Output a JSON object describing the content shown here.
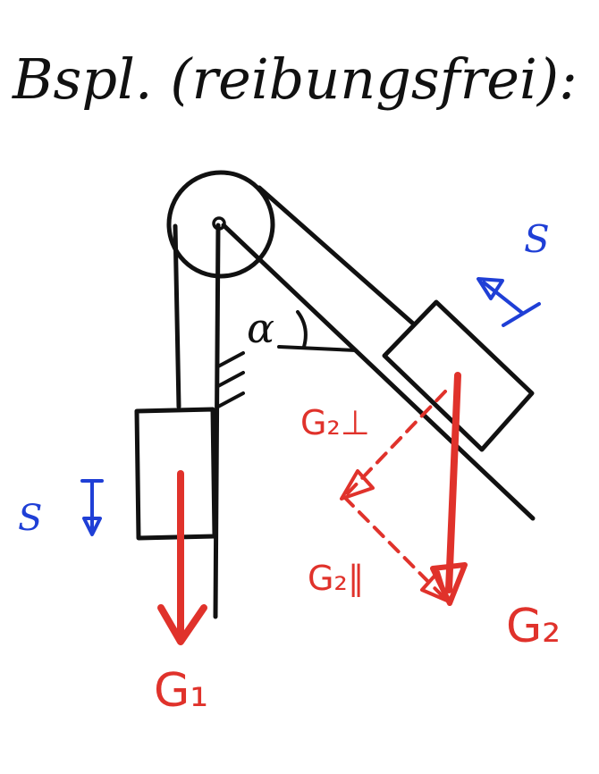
{
  "title": "Bspl. (reibungsfrei):",
  "labels": {
    "alpha": "α",
    "s_left": "S",
    "s_right": "S",
    "g1": "G₁",
    "g2": "G₂",
    "g2_perp": "G₂⊥",
    "g2_par": "G₂∥"
  },
  "colors": {
    "ink": "#111111",
    "force": "#e0322b",
    "tension": "#1f3fd6",
    "background": "#ffffff"
  }
}
